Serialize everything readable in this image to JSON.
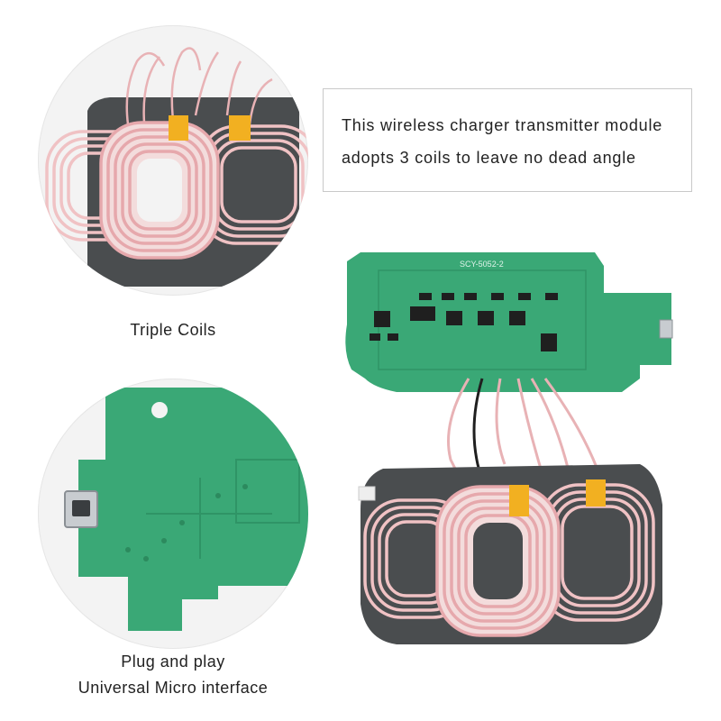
{
  "callout": {
    "line1": "This wireless charger transmitter module",
    "line2": "adopts 3 coils to leave no dead angle"
  },
  "captions": {
    "triple_coils": "Triple Coils",
    "plug_line1": "Plug and play",
    "plug_line2": "Universal Micro interface"
  },
  "pcb": {
    "silkscreen": "SCY-5052-2"
  },
  "colors": {
    "pcb_green": "#3aa876",
    "coil_copper": "#f0c2c4",
    "pad_dark": "#4a4d4f",
    "kapton_tape": "#f2b021"
  }
}
